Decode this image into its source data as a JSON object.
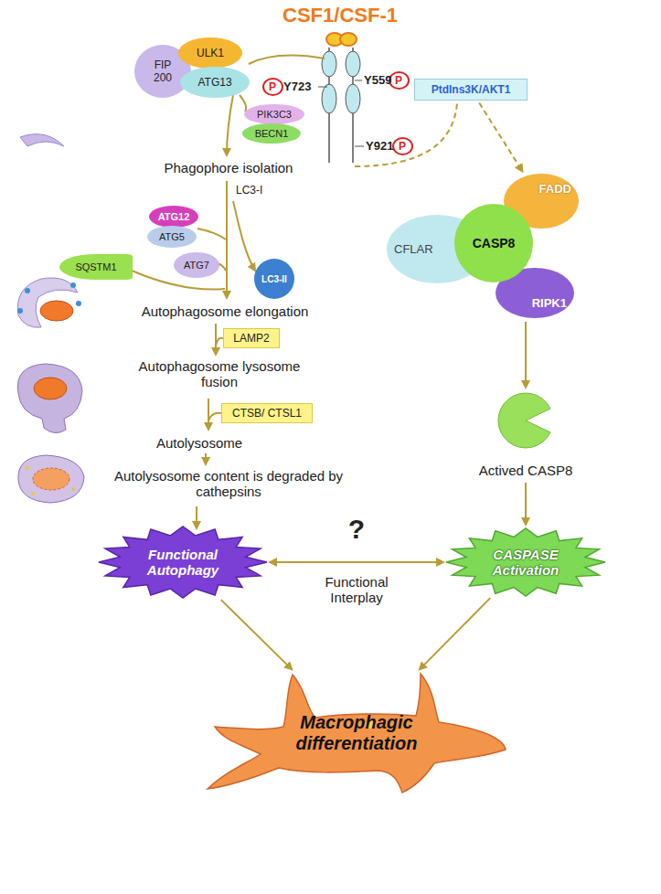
{
  "diagram": {
    "title": "CSF1/CSF-1",
    "nodes": [
      {
        "text": [
          "P"
        ]
      },
      {
        "text": [
          "P"
        ]
      },
      {
        "text": [
          "P"
        ]
      },
      {
        "text": [
          "FIP 200"
        ]
      },
      {
        "text": [
          "ULK1"
        ]
      },
      {
        "text": [
          "ATG13"
        ]
      },
      {
        "text": [
          "PIK3C3"
        ]
      },
      {
        "text": [
          "BECN1"
        ]
      },
      {
        "text": [
          "PtdIns3K/AKT1"
        ]
      },
      {
        "text": [
          "ATG12"
        ]
      },
      {
        "text": [
          "ATG5"
        ]
      },
      {
        "text": [
          "ATG7"
        ]
      },
      {
        "text": [
          "SQSTM1"
        ]
      },
      {
        "text": [
          "LC3-II"
        ]
      },
      {
        "text": [
          "CFLAR"
        ]
      },
      {
        "text": [
          "FADD"
        ]
      },
      {
        "text": [
          "RIPK1"
        ]
      },
      {
        "text": [
          "CASP8"
        ]
      },
      {
        "text": [
          "LAMP2"
        ]
      },
      {
        "text": [
          "CTSB/ CTSL1"
        ]
      },
      {
        "text": [
          "Functional Autophagy"
        ]
      },
      {
        "text": [
          "CASPASE Activation"
        ]
      },
      {
        "text": [
          "Macrophagic differentiation"
        ]
      }
    ],
    "edges": [
      {
        "from": 8,
        "to": 15,
        "arrow": "to"
      },
      {
        "from": 20,
        "to": 21,
        "label": "Functional Interplay",
        "arrow": "both"
      },
      {
        "from": 20,
        "to": 22,
        "arrow": "to"
      },
      {
        "from": 21,
        "to": 22,
        "arrow": "to"
      }
    ],
    "labels": [
      "Y559",
      "Y723",
      "Y921",
      "Phagophore isolation",
      "LC3-I",
      "Autophagosome elongation",
      "Autophagosome lysosome fusion",
      "Autolysosome",
      "Autolysosome content is degraded by cathepsins",
      "Actived CASP8",
      "?"
    ]
  }
}
